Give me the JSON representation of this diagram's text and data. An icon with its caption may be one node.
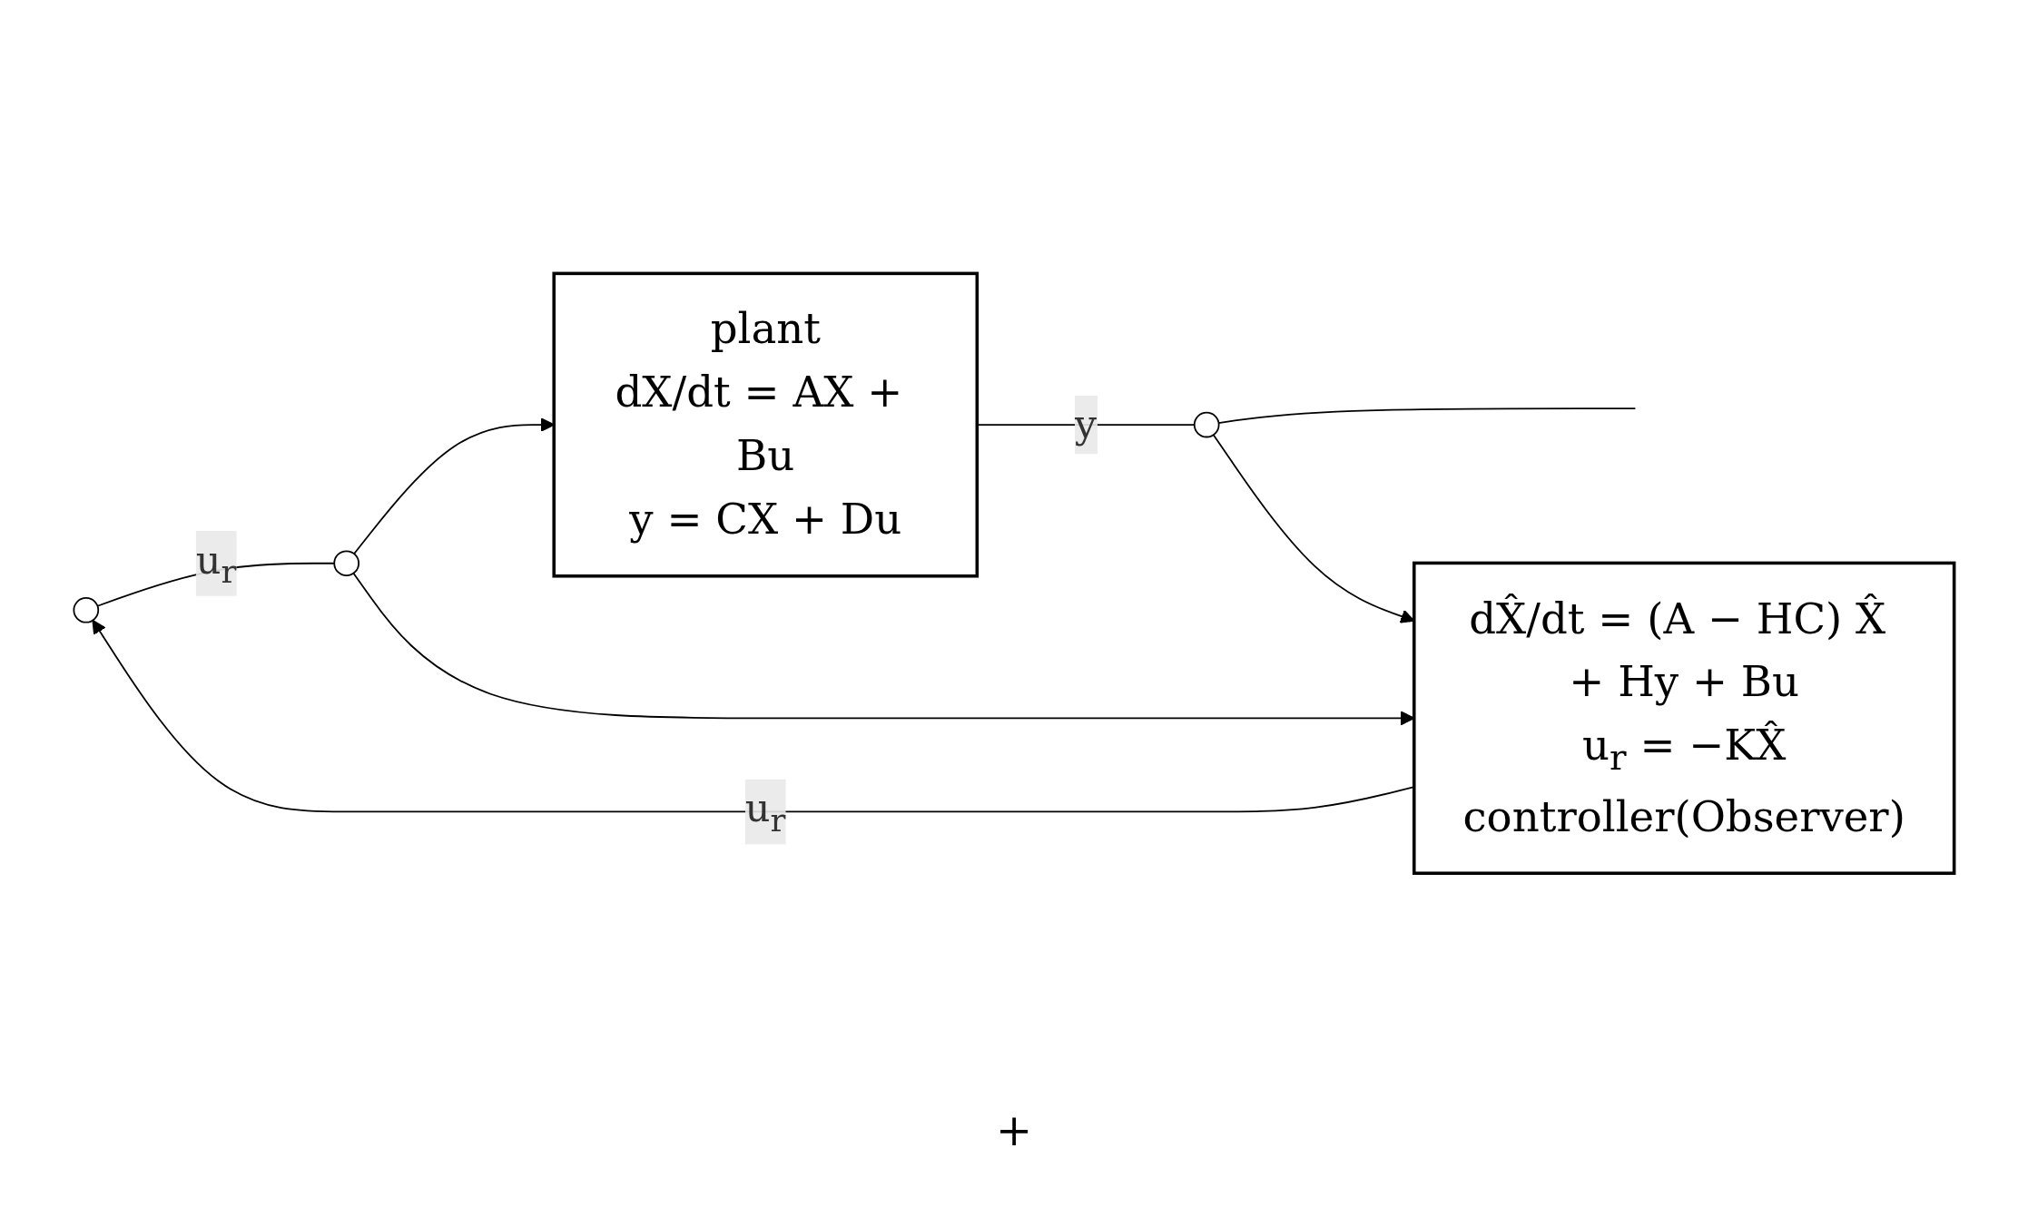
{
  "diagram": {
    "nodes": [
      {
        "text": [],
        "shape": "circle"
      },
      {
        "text": [],
        "shape": "circle"
      },
      {
        "text": [
          "plant",
          "dX/dt = AX + Bu",
          "y = CX + Du"
        ]
      },
      {
        "text": [],
        "shape": "circle"
      },
      {
        "text": [
          "dX̂/dt = (A − HC) X̂ + Hy + Bu",
          "u$_{r}$ = −KX̂",
          "controller(Observer)"
        ]
      }
    ],
    "edges": [
      {
        "from": 0,
        "to": 1,
        "arrow": "none",
        "label": "u$_{r}$"
      },
      {
        "from": 1,
        "to": 2,
        "arrow": "to"
      },
      {
        "from": 1,
        "to": 4,
        "arrow": "to"
      },
      {
        "from": 2,
        "to": 3,
        "arrow": "none",
        "label": "y"
      },
      {
        "from": 3,
        "to": null,
        "arrow": "none"
      },
      {
        "from": 3,
        "to": 4,
        "arrow": "to"
      },
      {
        "from": 4,
        "to": 0,
        "arrow": "to",
        "label": "u$_{r}$"
      }
    ],
    "labels": [
      "+"
    ]
  }
}
